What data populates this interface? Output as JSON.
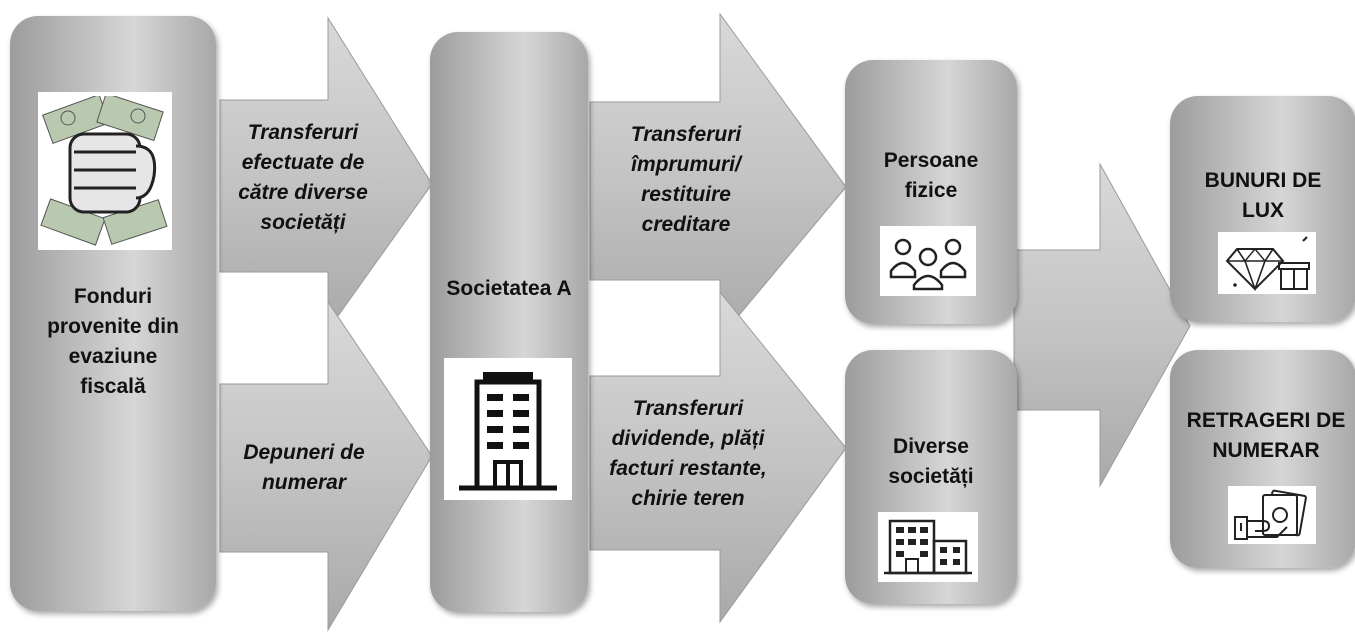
{
  "nodes": {
    "source": {
      "label": "Fonduri provenite din evaziune fiscală",
      "icon": "money-fist-icon"
    },
    "company_a": {
      "label": "Societatea A",
      "icon": "office-building-icon"
    },
    "individuals": {
      "label": "Persoane fizice",
      "icon": "people-group-icon"
    },
    "companies": {
      "label": "Diverse societăți",
      "icon": "buildings-icon"
    },
    "luxury": {
      "label": "BUNURI DE LUX",
      "icon": "diamond-gift-icon"
    },
    "cash": {
      "label": "RETRAGERI DE NUMERAR",
      "icon": "cash-hand-icon"
    }
  },
  "edges": {
    "transfers_companies": "Transferuri efectuate de către diverse societăți",
    "cash_deposits": "Depuneri de numerar",
    "loans": "Transferuri împrumuri/ restituire creditare",
    "dividends": "Transferuri dividende, plăți facturi restante, chirie teren"
  }
}
